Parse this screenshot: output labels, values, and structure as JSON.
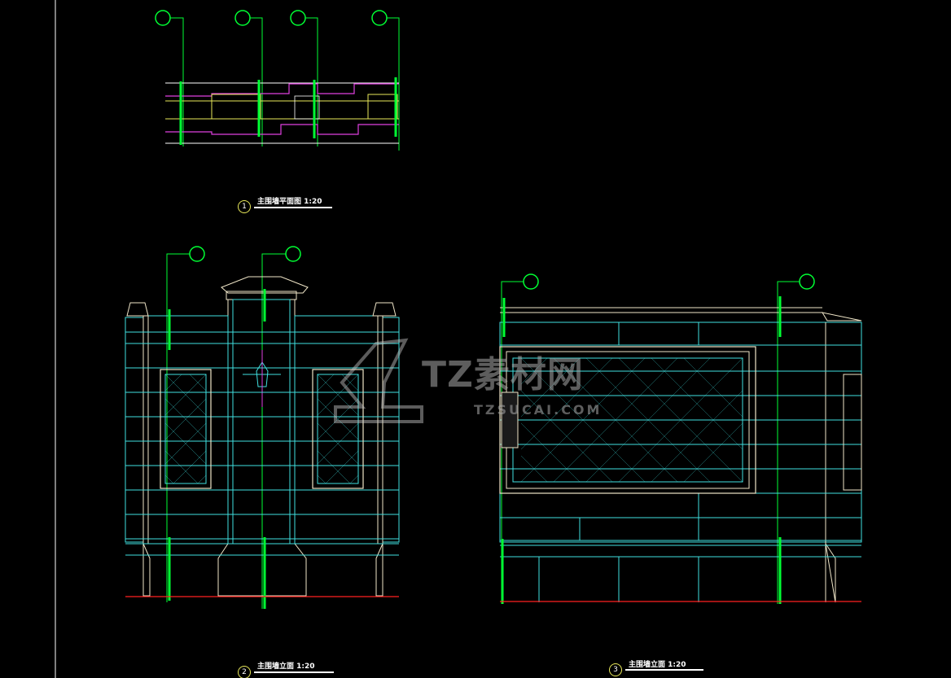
{
  "drawings": [
    {
      "id": "plan",
      "number": "1",
      "title": "主围墙平面图  1:20"
    },
    {
      "id": "elev-a",
      "number": "2",
      "title": "主围墙立面  1:20"
    },
    {
      "id": "elev-b",
      "number": "3",
      "title": "主围墙立面  1:20"
    }
  ],
  "watermark": {
    "brand": "TZ素材网",
    "url": "TZSUCAI.COM"
  },
  "colors": {
    "background": "#000000",
    "cyan": "#40e0e0",
    "green": "#00ff33",
    "magenta": "#e040e0",
    "yellow": "#e8e85a",
    "red": "#ff2020",
    "cream": "#f0e6c8",
    "white": "#ffffff"
  }
}
